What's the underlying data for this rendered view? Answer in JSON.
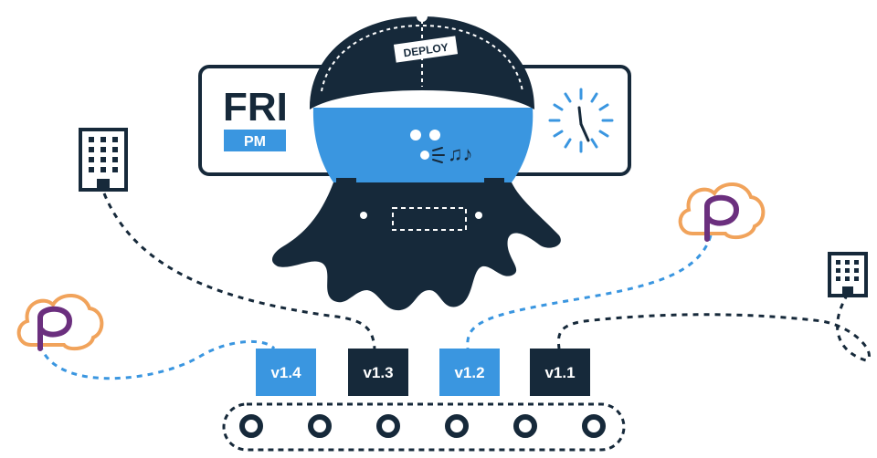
{
  "banner": {
    "day": "FRI",
    "period": "PM"
  },
  "mascot": {
    "hat_label": "DEPLOY",
    "music_glyph": "♫♪"
  },
  "versions": [
    {
      "label": "v1.4",
      "style": "light"
    },
    {
      "label": "v1.3",
      "style": "dark"
    },
    {
      "label": "v1.2",
      "style": "light"
    },
    {
      "label": "v1.1",
      "style": "dark"
    }
  ],
  "icons": {
    "left_building": "building-icon",
    "right_building": "building-icon",
    "left_cloud": "cloud-logo-icon",
    "right_cloud": "cloud-logo-icon",
    "clock": "clock-icon"
  },
  "colors": {
    "navy": "#16293a",
    "blue": "#3a96e0",
    "orange": "#f1a35b",
    "purple": "#6b2f7e"
  }
}
